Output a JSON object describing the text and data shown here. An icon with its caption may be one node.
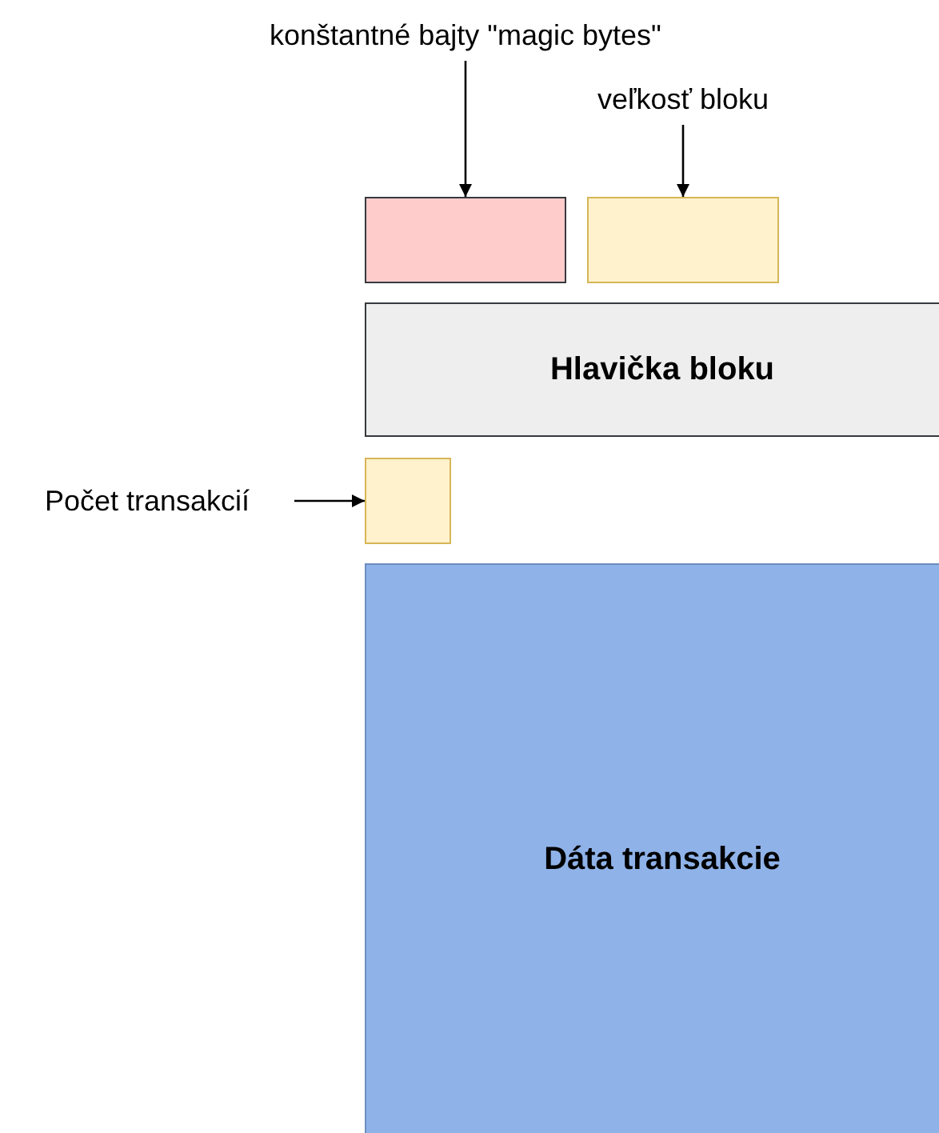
{
  "diagram": {
    "nodes": [
      {
        "text": [
          "konštantné bajty \"magic bytes\""
        ]
      },
      {
        "text": [],
        "shape": "box"
      },
      {
        "text": [
          "veľkosť bloku"
        ]
      },
      {
        "text": [],
        "shape": "box"
      },
      {
        "text": [
          "Hlavička bloku"
        ]
      },
      {
        "text": [
          "Počet transakcií"
        ]
      },
      {
        "text": [],
        "shape": "box"
      },
      {
        "text": [
          "Dáta transakcie"
        ]
      }
    ],
    "edges": [
      {
        "from": 0,
        "to": 1,
        "arrow": "to"
      },
      {
        "from": 2,
        "to": 3,
        "arrow": "to"
      },
      {
        "from": 5,
        "to": 6,
        "arrow": "to"
      }
    ]
  }
}
